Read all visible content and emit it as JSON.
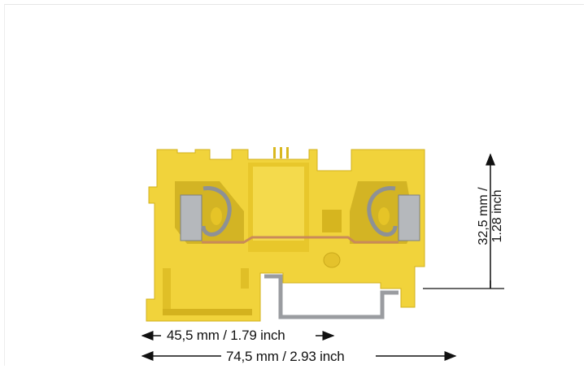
{
  "dimensions": {
    "width_label": "45,5 mm / 1.79 inch",
    "length_label": "74,5 mm / 2.93 inch",
    "height_label_line1": "32,5 mm /",
    "height_label_line2": "1.28 inch"
  },
  "product": {
    "color": "#f1d33b",
    "shade": "#d9b820",
    "spring_color": "#b5b8bc",
    "busbar_color": "#c98a5a"
  }
}
